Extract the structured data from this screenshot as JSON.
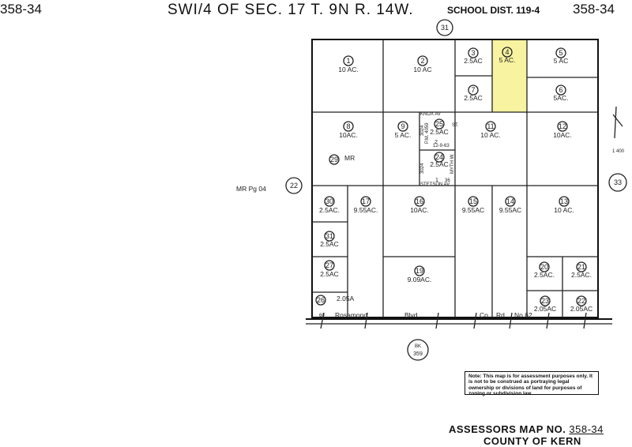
{
  "header": {
    "left_ref": "358-34",
    "title": "SWI/4 OF SEC. 17 T. 9N R. 14W.",
    "school_district": "SCHOOL DIST. 119-4",
    "right_ref": "358-34"
  },
  "adjacent_sections": {
    "north": "31",
    "west": "22",
    "east": "33"
  },
  "parcels": [
    {
      "num": "1",
      "acres": "10 AC."
    },
    {
      "num": "2",
      "acres": "10 AC"
    },
    {
      "num": "3",
      "acres": "2.5AC"
    },
    {
      "num": "4",
      "acres": "5 AC."
    },
    {
      "num": "5",
      "acres": "5 AC"
    },
    {
      "num": "6",
      "acres": "5AC."
    },
    {
      "num": "7",
      "acres": "2.5AC"
    },
    {
      "num": "8",
      "acres": "10AC."
    },
    {
      "num": "9",
      "acres": "5 AC."
    },
    {
      "num": "11",
      "acres": "10 AC."
    },
    {
      "num": "12",
      "acres": "10AC."
    },
    {
      "num": "13",
      "acres": "10 AC."
    },
    {
      "num": "14",
      "acres": "9.55AC"
    },
    {
      "num": "15",
      "acres": "9.55AC"
    },
    {
      "num": "16",
      "acres": "10AC."
    },
    {
      "num": "17",
      "acres": "9.55AC."
    },
    {
      "num": "19",
      "acres": "9.09AC."
    },
    {
      "num": "20",
      "acres": "2.5AC."
    },
    {
      "num": "21",
      "acres": "2.5AC."
    },
    {
      "num": "22",
      "acres": "2.05AC"
    },
    {
      "num": "23",
      "acres": "2.05AC"
    },
    {
      "num": "24",
      "acres": "2.5AC"
    },
    {
      "num": "25",
      "acres": "2.5AC"
    },
    {
      "num": "26",
      "acres": "2.05A"
    },
    {
      "num": "27",
      "acres": "2.5AC"
    },
    {
      "num": "29",
      "acres": "MR"
    },
    {
      "num": "30",
      "acres": "2.5AC."
    },
    {
      "num": "31",
      "acres": "2.5AC"
    }
  ],
  "highlight_color": "#f7f3a0",
  "labels": {
    "mr_ref": "MR Pg 04",
    "pm_ref": "P.M. 4059",
    "pm_book": "3024",
    "pm_book2": "3024",
    "knox": "KNOX AV",
    "stetson": "STETSON AV",
    "st_label": "ST.",
    "myth": "MYTH W.",
    "pm_parcel1": "1",
    "pm_parcel2": "2",
    "pm_parcel_36": "36",
    "pm_date": "12-9-63",
    "road": [
      "Rosamond",
      "Blvd.",
      "Co.",
      "Rd.",
      "No.62"
    ],
    "road_60": "60",
    "east_note": "1 400",
    "book_ref": "BK\n359"
  },
  "note": "Note: This map is for assessment purposes only. It is not to be construed as portraying legal ownership or divisions of land for purposes of zoning or subdivision law.",
  "footer": {
    "assessor_label": "ASSESSORS MAP NO.",
    "map_no": "358-34",
    "county": "COUNTY OF KERN"
  }
}
